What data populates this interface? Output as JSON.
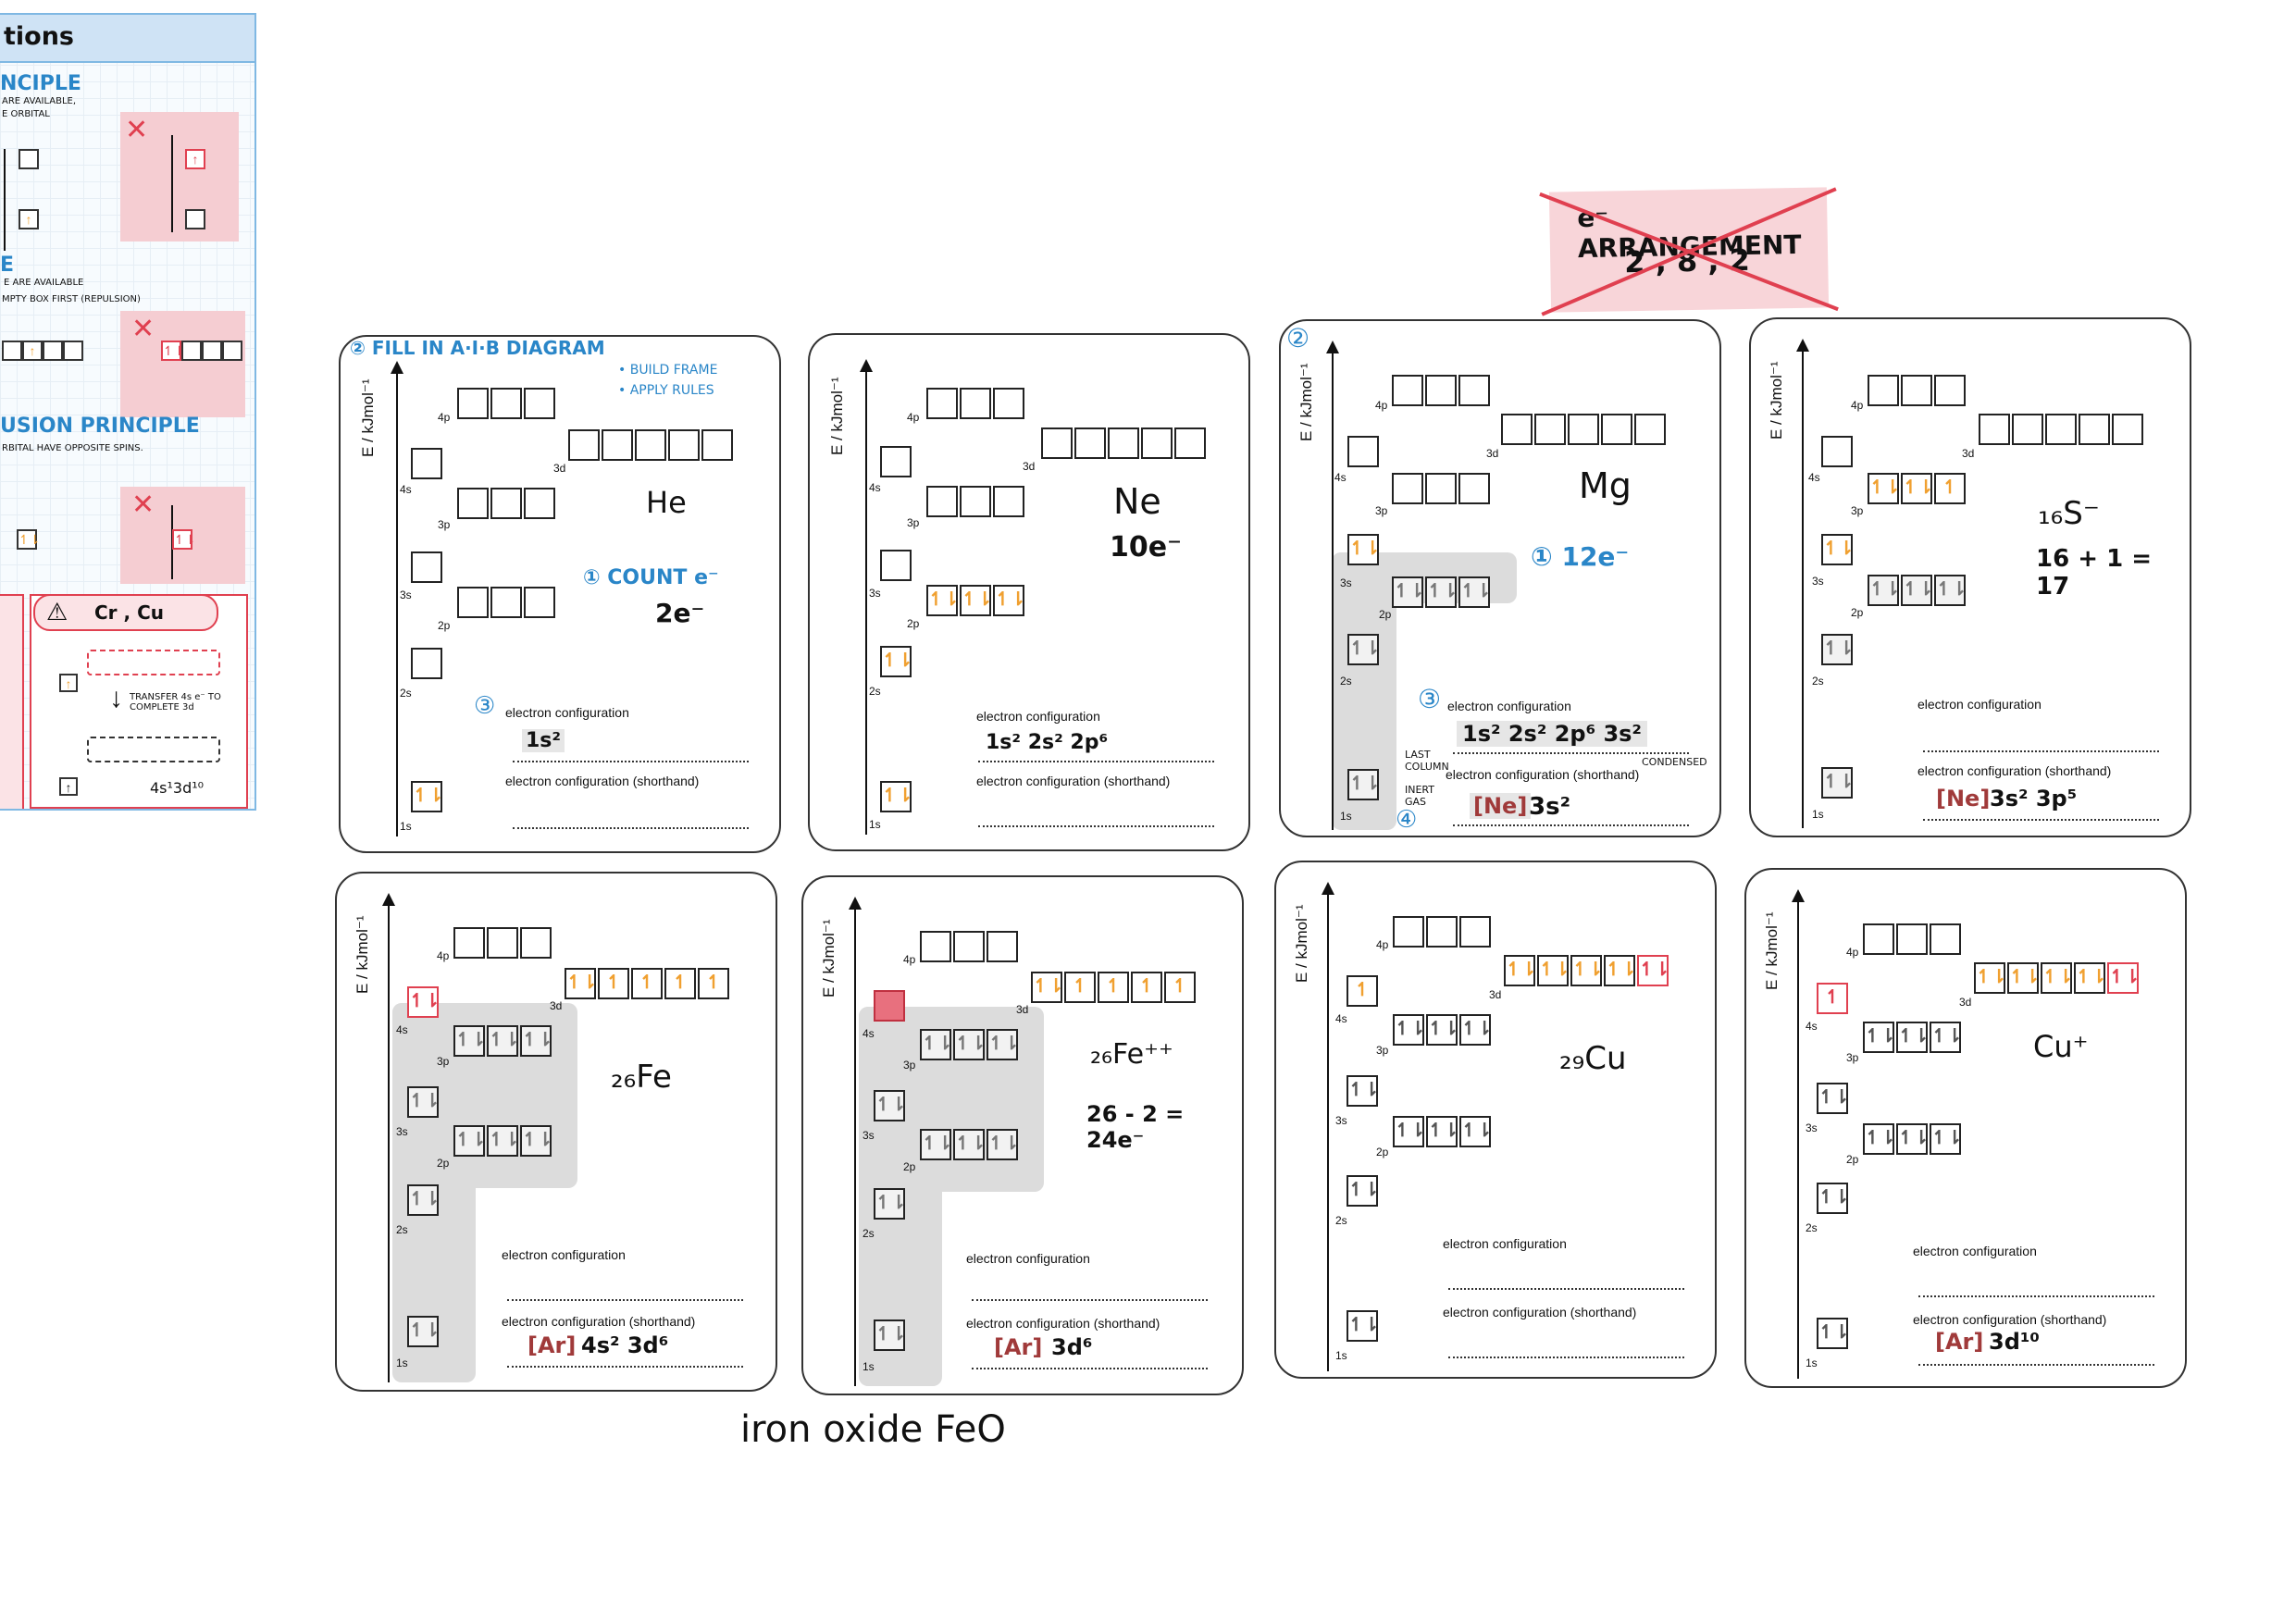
{
  "notes": {
    "title": "tions",
    "h1": "NCIPLE",
    "h1_sub1": "ARE AVAILABLE,",
    "h1_sub2": "E ORBITAL",
    "h2": "E",
    "h2_sub1": "E ARE AVAILABLE",
    "h2_sub2": "MPTY BOX FIRST (REPULSION)",
    "h3": "USION PRINCIPLE",
    "h3_sub": "RBITAL HAVE OPPOSITE SPINS.",
    "warn": "Cr , Cu",
    "transfer": "TRANSFER 4s e⁻ TO COMPLETE 3d",
    "cfg": "4s¹3d¹⁰",
    "spin_up": "↑",
    "spin_pair": "↿⇂",
    "cross": "✕"
  },
  "banner": {
    "line1": "e⁻ ARRANGEMENT",
    "line2": "2 , 8 , 2"
  },
  "common": {
    "ylabel": "E / kJmol⁻¹",
    "l4p": "4p",
    "l4s": "4s",
    "l3d": "3d",
    "l3p": "3p",
    "l3s": "3s",
    "l2p": "2p",
    "l2s": "2s",
    "l1s": "1s",
    "ec": "electron configuration",
    "ecs": "electron configuration (shorthand)",
    "pair": "↿⇂",
    "up": "↿"
  },
  "card1": {
    "step2": "② FILL IN A·I·B DIAGRAM",
    "bullet1": "• BUILD FRAME",
    "bullet2": "• APPLY RULES",
    "element": "He",
    "step1": "① COUNT e⁻",
    "count": "2e⁻",
    "step3": "③",
    "config": "1s²"
  },
  "card2": {
    "element": "Ne",
    "count": "10e⁻",
    "config": "1s² 2s² 2p⁶"
  },
  "card3": {
    "step2": "②",
    "element": "Mg",
    "count": "① 12e⁻",
    "step3": "③",
    "config": "1s² 2s² 2p⁶ 3s²",
    "last_column": "LAST COLUMN",
    "inert_gas": "INERT GAS",
    "condensed": "CONDENSED",
    "step4": "④",
    "short_core": "[Ne]",
    "short_rest": "3s²"
  },
  "card4": {
    "element": "₁₆S⁻",
    "sum": "16 + 1 = 17",
    "short_core": "[Ne]",
    "short_rest": "3s² 3p⁵"
  },
  "card5": {
    "element": "₂₆Fe",
    "short_core": "[Ar]",
    "short_rest": "4s² 3d⁶"
  },
  "card6": {
    "element": "₂₆Fe⁺⁺",
    "calc": "26 - 2 = 24e⁻",
    "short_core": "[Ar]",
    "short_rest": "3d⁶"
  },
  "card7": {
    "element": "₂₉Cu"
  },
  "card8": {
    "element": "Cu⁺",
    "short_core": "[Ar]",
    "short_rest": "3d¹⁰"
  },
  "caption": "iron oxide  FeO"
}
